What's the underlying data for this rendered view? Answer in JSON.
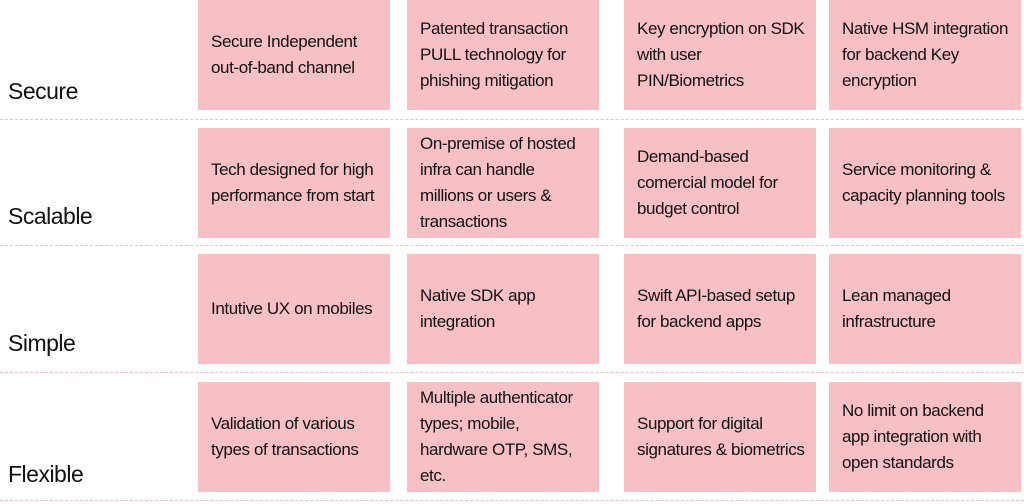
{
  "colors": {
    "cell_background": "#f7c0c4",
    "divider": "#f2bcc1",
    "text": "#111111"
  },
  "rows": [
    {
      "label": "Secure",
      "cells": [
        "Secure Independent out-of-band channel",
        "Patented transaction PULL technology for phishing mitigation",
        "Key encryption on SDK with user PIN/Biometrics",
        "Native HSM integration for backend Key encryption"
      ]
    },
    {
      "label": "Scalable",
      "cells": [
        "Tech designed for high performance from start",
        "On-premise of hosted infra can handle millions or users & transactions",
        "Demand-based comercial model for budget control",
        "Service monitoring & capacity planning tools"
      ]
    },
    {
      "label": "Simple",
      "cells": [
        "Intutive UX on mobiles",
        "Native SDK app integration",
        "Swift API-based setup for backend apps",
        "Lean managed infrastructure"
      ]
    },
    {
      "label": "Flexible",
      "cells": [
        "Validation of various types of transactions",
        "Multiple authenticator types; mobile, hardware OTP, SMS, etc.",
        "Support for digital signatures & biometrics",
        "No limit on backend app integration with open standards"
      ]
    }
  ]
}
